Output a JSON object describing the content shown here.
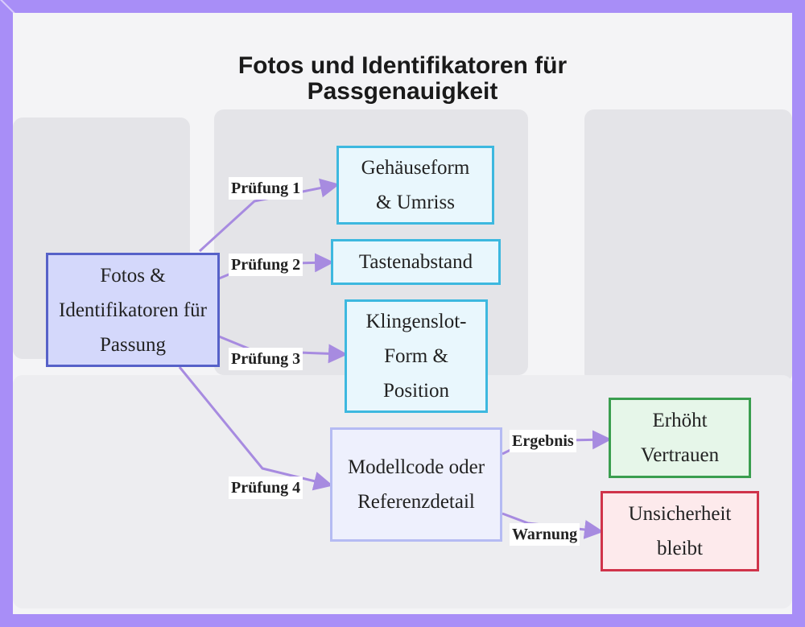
{
  "title_line1": "Fotos und Identifikatoren für",
  "title_line2": "Passgenauigkeit",
  "colors": {
    "root_fill": "#d4d8fb",
    "root_border": "#5661c8",
    "check_fill": "#e9f7fd",
    "check_border": "#3db8df",
    "model_fill": "#eef0fd",
    "model_border": "#b5bbf3",
    "good_fill": "#e6f6e9",
    "good_border": "#3a9e4f",
    "bad_fill": "#fdeaec",
    "bad_border": "#d0334a",
    "edge": "#a78be0"
  },
  "nodes": {
    "root": "Fotos & Identifikatoren für Passung",
    "housing": "Gehäuseform & Umriss",
    "spacing": "Tastenabstand",
    "blade": "Klingenslot-Form & Position",
    "model": "Modellcode oder Referenzdetail",
    "confidence": "Erhöht Vertrauen",
    "uncertain": "Unsicherheit bleibt"
  },
  "edge_labels": {
    "check1": "Prüfung 1",
    "check2": "Prüfung 2",
    "check3": "Prüfung 3",
    "check4": "Prüfung 4",
    "result": "Ergebnis",
    "warning": "Warnung"
  }
}
